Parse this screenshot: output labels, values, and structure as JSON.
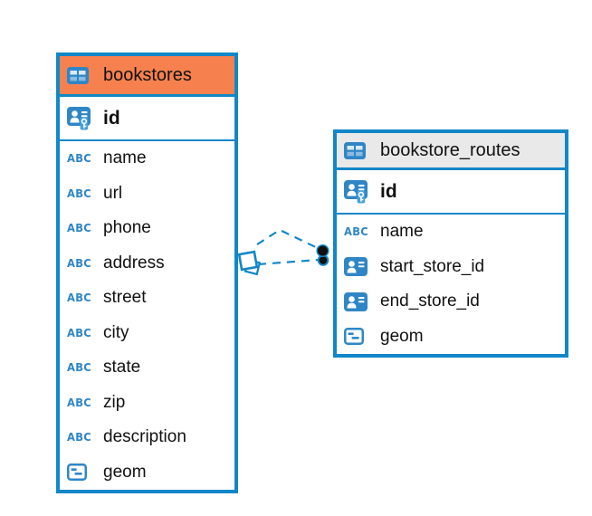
{
  "diagram": {
    "colors": {
      "accent_blue": "#1287C8",
      "icon_blue": "#2F86C6",
      "bookstores_header": "#F6814E",
      "routes_header": "#E9E9E9",
      "relationship_endpoint_fill": "#101010",
      "background": "#FFFFFF",
      "text": "#111111"
    },
    "icons": {
      "text_type_glyph": "ABC"
    },
    "tables": [
      {
        "name": "bookstores",
        "columns": [
          {
            "label": "id",
            "type": "primary-key"
          },
          {
            "label": "name",
            "type": "text"
          },
          {
            "label": "url",
            "type": "text"
          },
          {
            "label": "phone",
            "type": "text"
          },
          {
            "label": "address",
            "type": "text"
          },
          {
            "label": "street",
            "type": "text"
          },
          {
            "label": "city",
            "type": "text"
          },
          {
            "label": "state",
            "type": "text"
          },
          {
            "label": "zip",
            "type": "text"
          },
          {
            "label": "description",
            "type": "text"
          },
          {
            "label": "geom",
            "type": "geometry"
          }
        ]
      },
      {
        "name": "bookstore_routes",
        "columns": [
          {
            "label": "id",
            "type": "primary-key"
          },
          {
            "label": "name",
            "type": "text"
          },
          {
            "label": "start_store_id",
            "type": "foreign-key"
          },
          {
            "label": "end_store_id",
            "type": "foreign-key"
          },
          {
            "label": "geom",
            "type": "geometry"
          }
        ]
      }
    ],
    "relationship": {
      "style": "dashed",
      "between": [
        "bookstores",
        "bookstore_routes"
      ],
      "line_count": 2
    }
  }
}
